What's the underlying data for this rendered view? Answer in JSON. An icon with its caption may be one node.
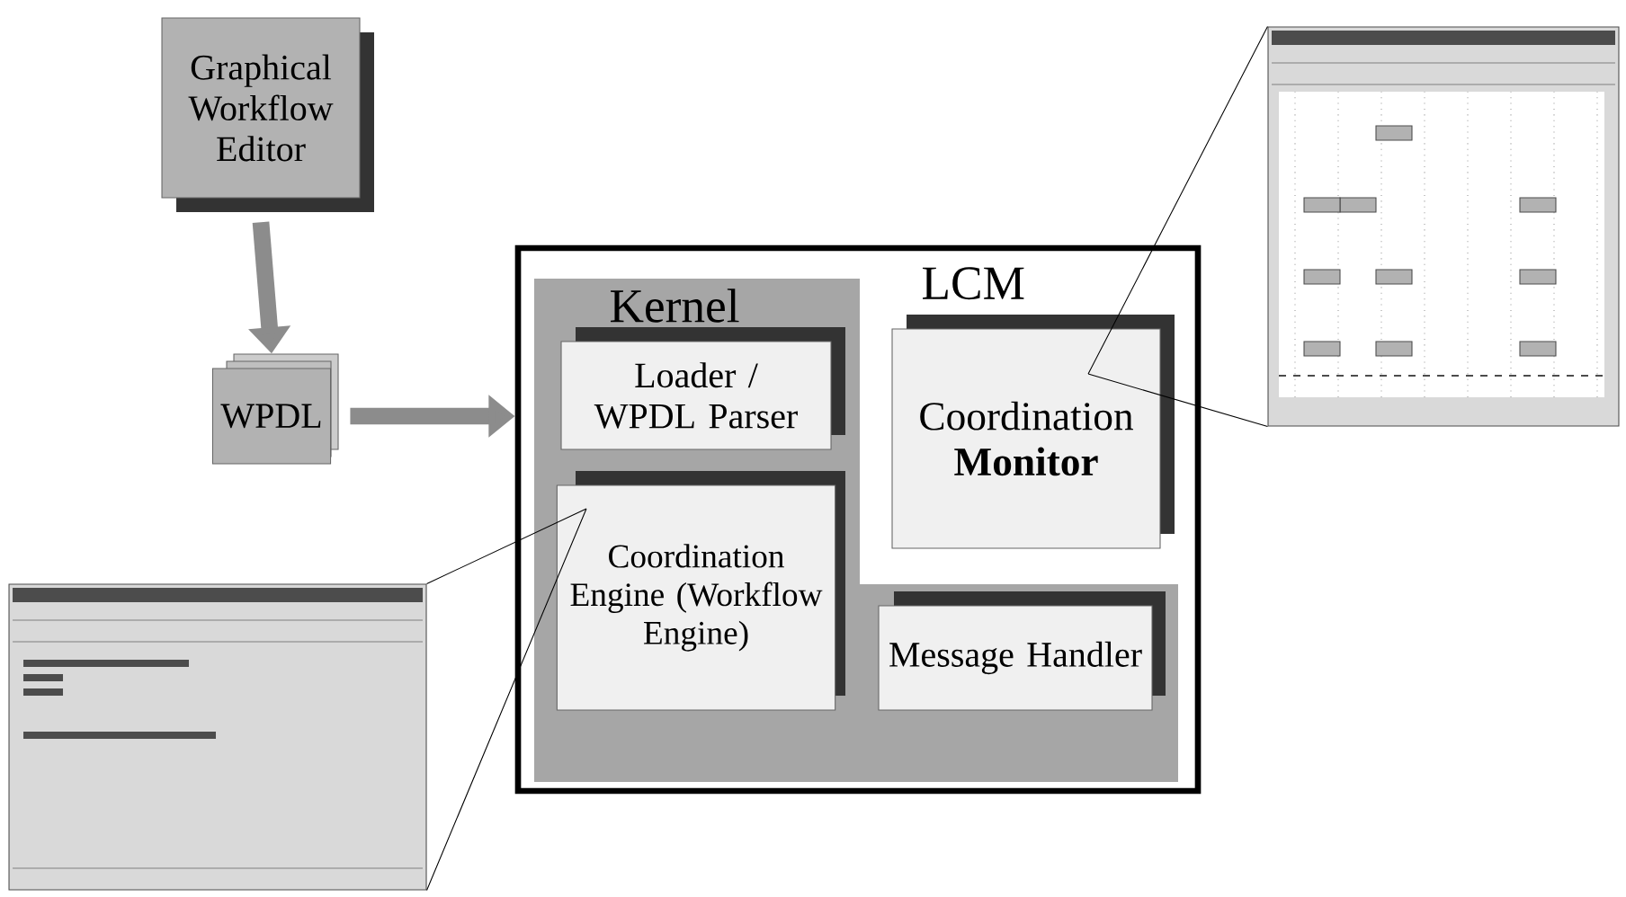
{
  "diagram": {
    "nodes": [
      {
        "text": [
          "Graphical Workflow Editor"
        ]
      },
      {
        "text": [
          "WPDL"
        ]
      },
      {
        "text": [
          "LCM"
        ]
      },
      {
        "text": [
          "Kernel"
        ],
        "in": 2
      },
      {
        "text": [
          "Loader / WPDL Parser"
        ],
        "in": 3
      },
      {
        "text": [
          "Coordination Engine (Workflow Engine)"
        ],
        "in": 3
      },
      {
        "text": [
          "Coordination **Monitor**"
        ],
        "in": 2
      },
      {
        "text": [
          "Message Handler"
        ],
        "in": 3
      },
      {
        "text": [],
        "shape": "picture"
      },
      {
        "text": [],
        "shape": "picture"
      }
    ],
    "edges": [
      {
        "from": 0,
        "to": 1,
        "arrow": "to",
        "style": "thick"
      },
      {
        "from": 1,
        "to": 2,
        "arrow": "to",
        "style": "thick"
      },
      {
        "from": 8,
        "to": 5,
        "arrow": "none",
        "color": "#000000"
      },
      {
        "from": 9,
        "to": 6,
        "arrow": "none",
        "color": "#000000"
      }
    ]
  }
}
